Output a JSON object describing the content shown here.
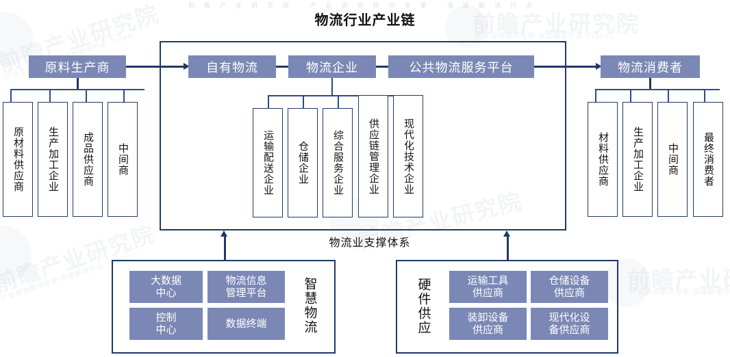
{
  "title": "物流行业产业链",
  "support_caption": "物流业支撑体系",
  "watermark": {
    "brand": "前瞻产业研究院",
    "tagline": "产业咨询顾问专家 深度解读行业（1998）",
    "top_strip": "前瞻产业研究院  产业咨询顾问专家  深度解读行业"
  },
  "colors": {
    "header_fill": "#7b88b5",
    "frame_border": "#1f3864",
    "leaf_border": "#1f3864",
    "connector": "#2b4a8b",
    "text_dark": "#111111",
    "text_light": "#ffffff",
    "background": "#ffffff"
  },
  "upstream": {
    "header": "原料生产商",
    "items": [
      {
        "label": "原材料供应商"
      },
      {
        "label": "生产加工企业"
      },
      {
        "label": "成品供应商"
      },
      {
        "label": "中间商"
      }
    ]
  },
  "midstream": {
    "headers": [
      {
        "label": "自有物流"
      },
      {
        "label": "物流企业"
      },
      {
        "label": "公共物流服务平台"
      }
    ],
    "items": [
      {
        "label": "运输配送企业"
      },
      {
        "label": "仓储企业"
      },
      {
        "label": "综合服务企业"
      },
      {
        "label": "供应链管理企业"
      },
      {
        "label": "现代化技术企业"
      }
    ]
  },
  "downstream": {
    "header": "物流消费者",
    "items": [
      {
        "label": "材料供应商"
      },
      {
        "label": "生产加工企业"
      },
      {
        "label": "中间商"
      },
      {
        "label": "最终消费者"
      }
    ]
  },
  "support_left": {
    "label": "智慧物流",
    "chips": [
      {
        "label": "大数据\n中心"
      },
      {
        "label": "物流信息\n管理平台"
      },
      {
        "label": "控制\n中心"
      },
      {
        "label": "数据终端"
      }
    ]
  },
  "support_right": {
    "label": "硬件供应",
    "chips": [
      {
        "label": "运输工具\n供应商"
      },
      {
        "label": "仓储设备\n供应商"
      },
      {
        "label": "装卸设备\n供应商"
      },
      {
        "label": "现代化设\n备供应商"
      }
    ]
  }
}
